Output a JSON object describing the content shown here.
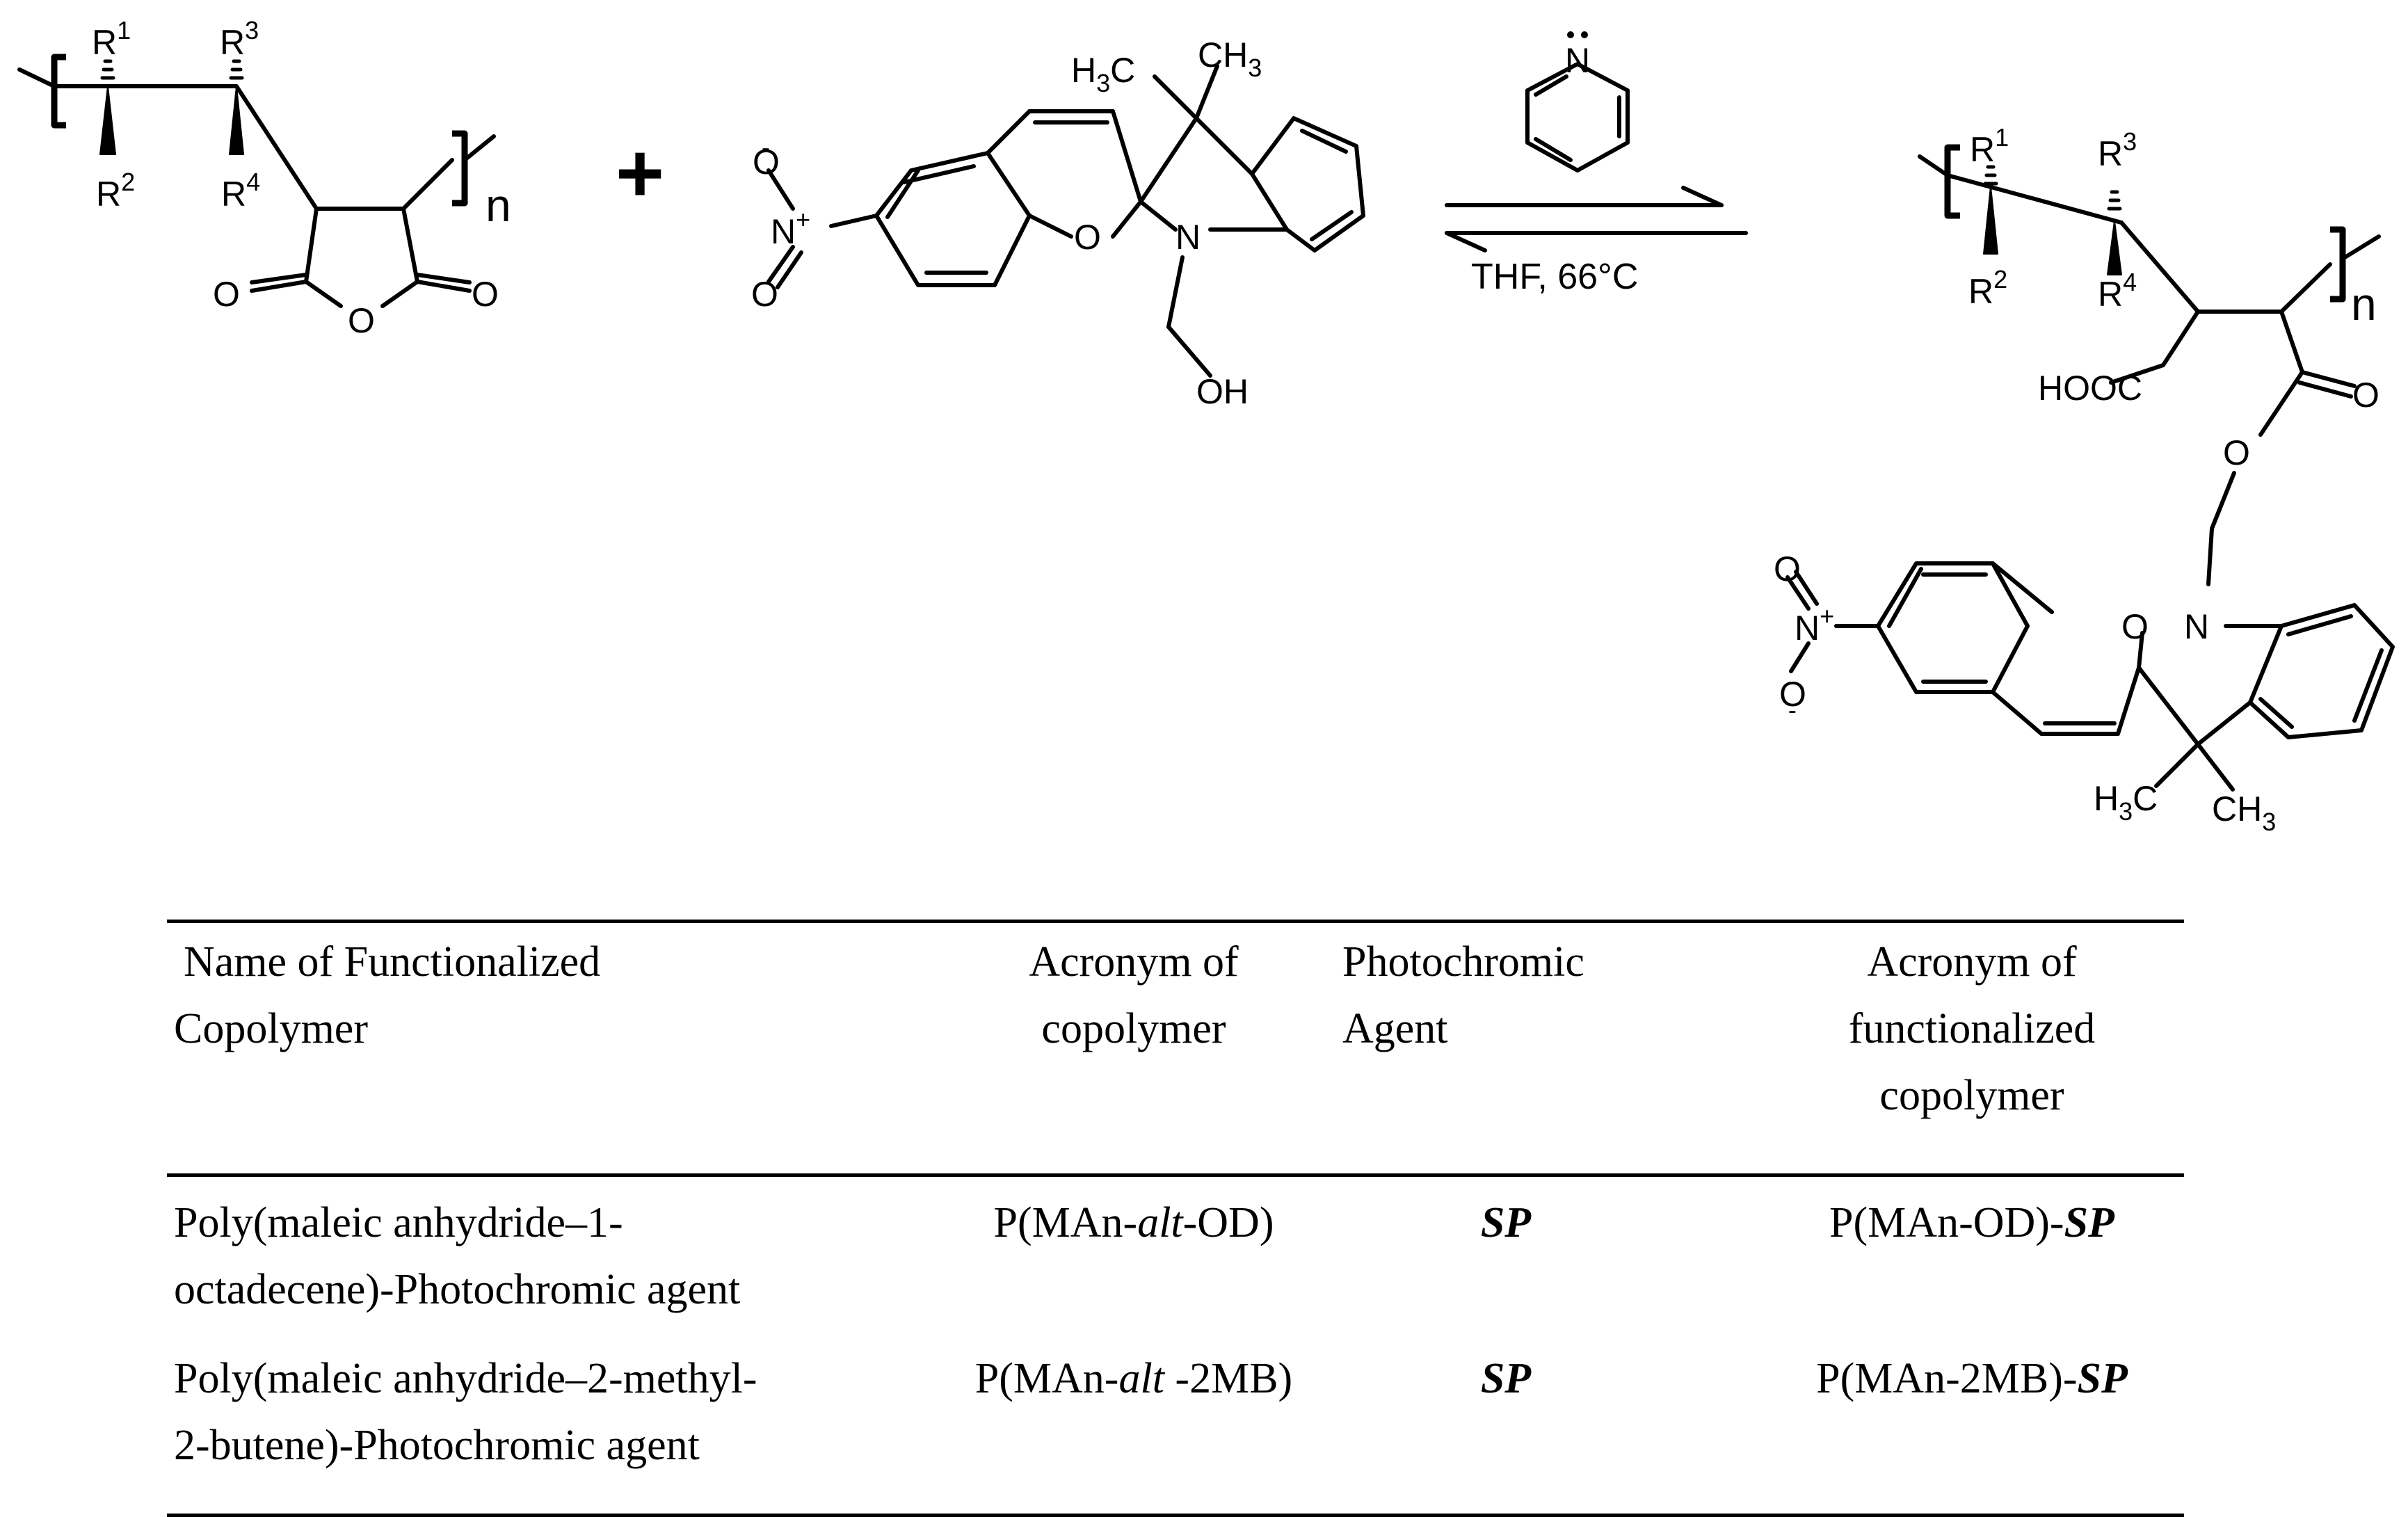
{
  "reactant1": {
    "labels": {
      "r1": "R",
      "r1_sup": "1",
      "r2": "R",
      "r2_sup": "2",
      "r3": "R",
      "r3_sup": "3",
      "r4": "R",
      "r4_sup": "4",
      "o_left": "O",
      "o_ring": "O",
      "o_right": "O",
      "n": "n"
    }
  },
  "plus": "+",
  "reactant2": {
    "labels": {
      "h3c": "H",
      "h3c_sub": "3",
      "h3c_c": "C",
      "ch3": "CH",
      "ch3_sub": "3",
      "o_minus": "O",
      "minus": "-",
      "n_plus": "N",
      "plus_sign": "+",
      "o_nitro": "O",
      "o_ring": "O",
      "n_ring": "N",
      "oh": "OH"
    }
  },
  "reaction": {
    "catalyst_n": "N",
    "conditions": "THF, 66°C"
  },
  "product": {
    "labels": {
      "r1": "R",
      "r1_sup": "1",
      "r2": "R",
      "r2_sup": "2",
      "r3": "R",
      "r3_sup": "3",
      "r4": "R",
      "r4_sup": "4",
      "n": "n",
      "hooc": "HOOC",
      "o_carbonyl": "O",
      "o_ester": "O",
      "o_nitro_top": "O",
      "n_plus": "N",
      "plus_sign": "+",
      "o_minus": "O",
      "minus": "-",
      "o_ring": "O",
      "n_ring": "N",
      "h3c": "H",
      "h3c_sub": "3",
      "h3c_c": "C",
      "ch3": "CH",
      "ch3_sub": "3"
    }
  },
  "table": {
    "headers": [
      {
        "line1": "Name of Functionalized",
        "line2": "Copolymer"
      },
      {
        "line1": "Acronym of",
        "line2": "copolymer"
      },
      {
        "line1": "Photochromic",
        "line2": "Agent"
      },
      {
        "line1": "Acronym of",
        "line2": "functionalized",
        "line3": "copolymer"
      }
    ],
    "rows": [
      {
        "name_line1": "Poly(maleic anhydride–1-",
        "name_line2": "octadecene)-Photochromic agent",
        "acronym_pre": "P(MAn-",
        "acronym_italic": "alt",
        "acronym_post": "-OD)",
        "agent": "SP",
        "functionalized_pre": "P(MAn-OD)-",
        "functionalized_bold": "SP"
      },
      {
        "name_line1": "Poly(maleic anhydride–2-methyl-",
        "name_line2": "2-butene)-Photochromic agent",
        "acronym_pre": "P(MAn-",
        "acronym_italic": "alt",
        "acronym_post": " -2MB)",
        "agent": "SP",
        "functionalized_pre": "P(MAn-2MB)-",
        "functionalized_bold": "SP"
      }
    ]
  }
}
